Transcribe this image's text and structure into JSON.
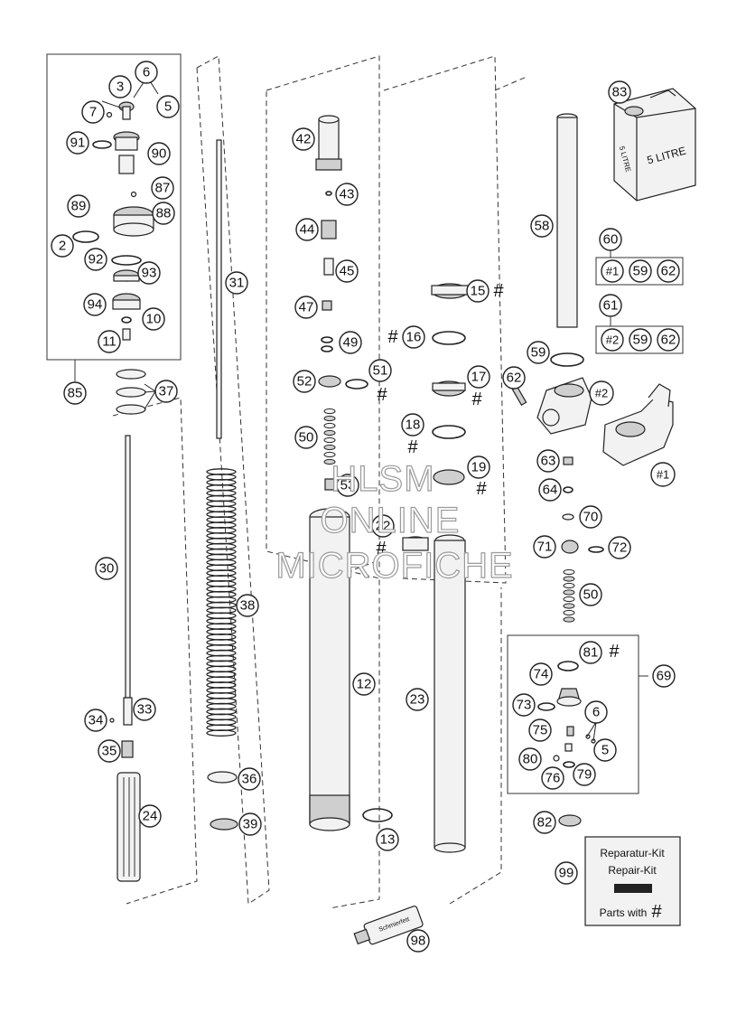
{
  "watermark": {
    "line1": "HLSM",
    "line2": "ONLINE",
    "line3": "MICROFICHE"
  },
  "hash_symbol": "#",
  "can_label": {
    "size_a": "5 LITRE",
    "size_b": "5 LITRE"
  },
  "grease_tube_label": "Schmierfett",
  "kit_box": {
    "title_de": "Reparatur-Kit",
    "title_en": "Repair-Kit",
    "footer_label": "Parts with",
    "footer_mark": "#"
  },
  "callouts": {
    "c6a": "6",
    "c3": "3",
    "c7": "7",
    "c5a": "5",
    "c91": "91",
    "c90": "90",
    "c87": "87",
    "c89": "89",
    "c88": "88",
    "c2": "2",
    "c92": "92",
    "c93": "93",
    "c94": "94",
    "c10": "10",
    "c11": "11",
    "c85": "85",
    "c37": "37",
    "c30": "30",
    "c34": "34",
    "c33": "33",
    "c35": "35",
    "c24": "24",
    "c31": "31",
    "c38": "38",
    "c36": "36",
    "c39": "39",
    "c42": "42",
    "c43": "43",
    "c44": "44",
    "c45": "45",
    "c47": "47",
    "c49": "49",
    "c52": "52",
    "c51": "51",
    "c50a": "50",
    "c53": "53",
    "c12": "12",
    "c13": "13",
    "c98": "98",
    "c15": "15",
    "c16": "16",
    "c17": "17",
    "c18": "18",
    "c19": "19",
    "c22": "22",
    "c23": "23",
    "c83": "83",
    "c58": "58",
    "c60": "60",
    "c61": "61",
    "c59": "59",
    "c62": "62",
    "c63": "63",
    "c64": "64",
    "c70": "70",
    "c71": "71",
    "c72": "72",
    "c50b": "50",
    "c81": "81",
    "c69": "69",
    "c74": "74",
    "c73": "73",
    "c75": "75",
    "c6b": "6",
    "c5b": "5",
    "c80": "80",
    "c76": "76",
    "c79": "79",
    "c82": "82",
    "c99": "99",
    "m1": "#1",
    "m2": "#2"
  },
  "kit60": [
    "#1",
    "59",
    "62"
  ],
  "kit61": [
    "#2",
    "59",
    "62"
  ]
}
